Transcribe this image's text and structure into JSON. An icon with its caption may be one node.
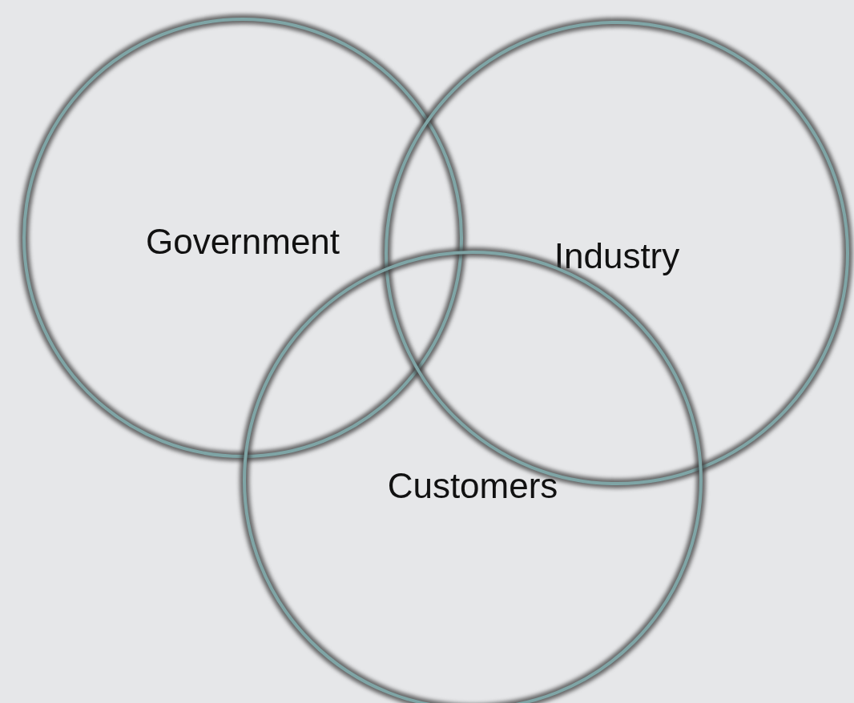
{
  "diagram": {
    "nodes": [
      {
        "text": [
          "Government"
        ]
      },
      {
        "text": [
          "Industry"
        ]
      },
      {
        "text": [
          "Customers"
        ]
      }
    ]
  }
}
